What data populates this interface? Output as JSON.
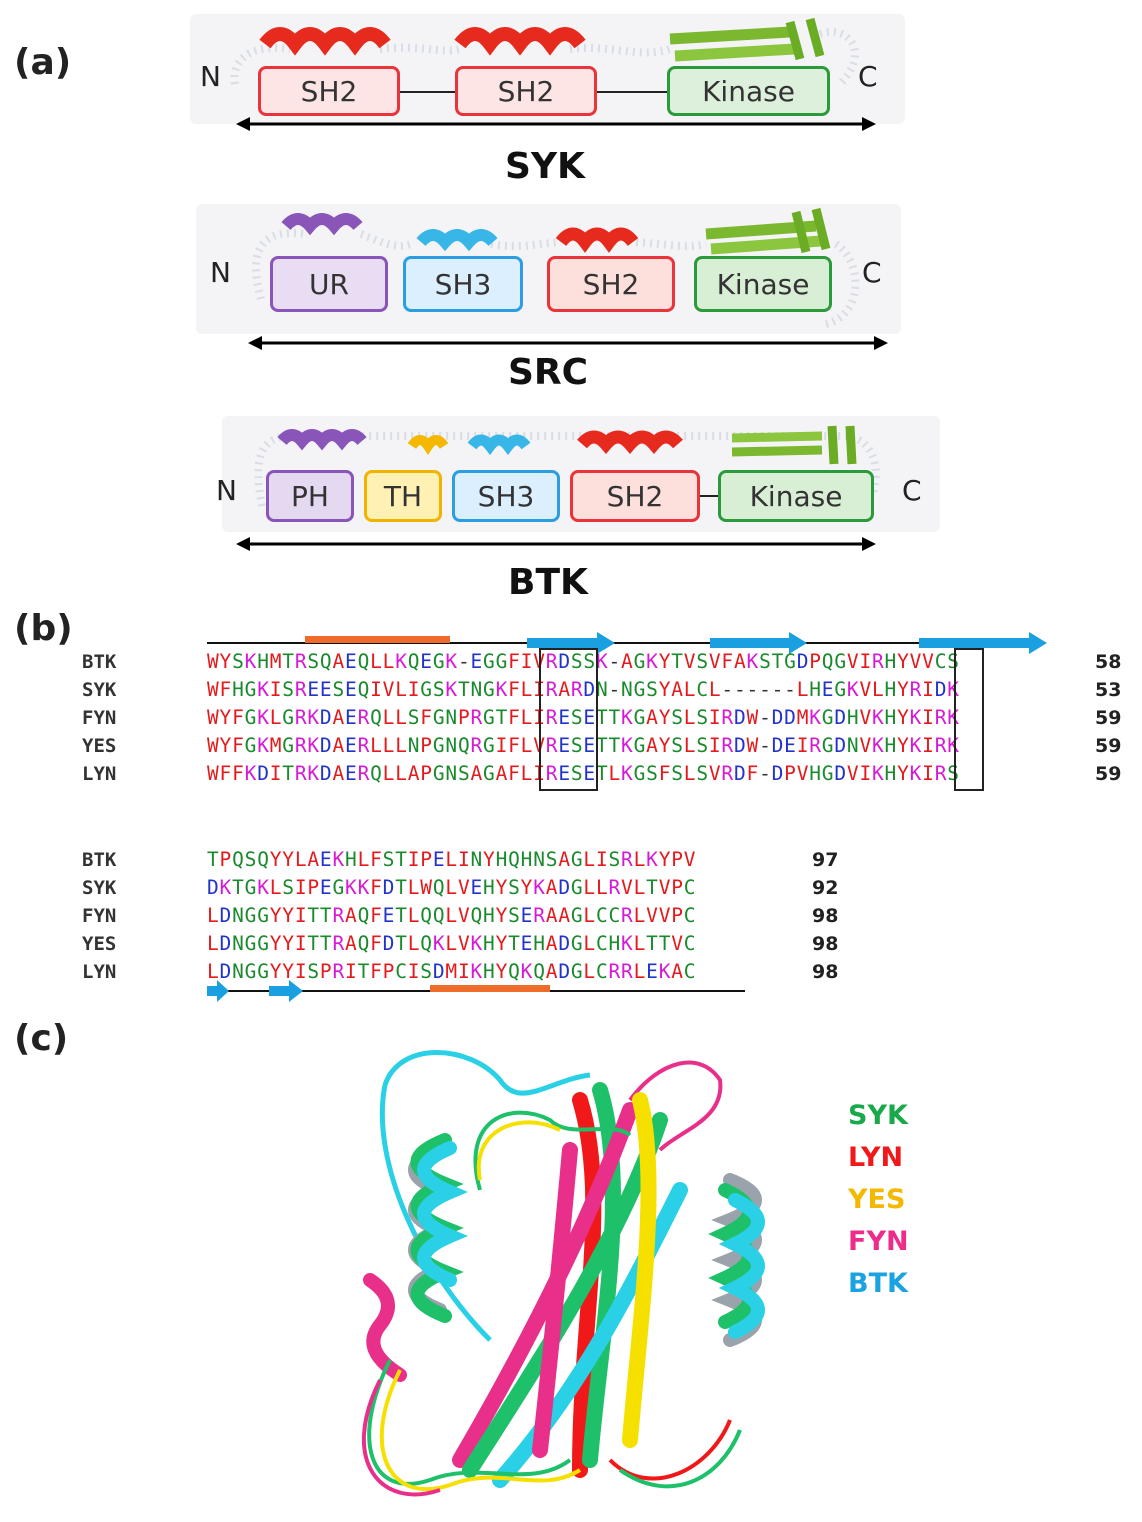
{
  "panel_a": {
    "label": "(a)",
    "n_label": "N",
    "c_label": "C",
    "proteins": [
      {
        "name": "SYK",
        "domains": [
          "SH2",
          "SH2",
          "Kinase"
        ]
      },
      {
        "name": "SRC",
        "domains": [
          "UR",
          "SH3",
          "SH2",
          "Kinase"
        ]
      },
      {
        "name": "BTK",
        "domains": [
          "PH",
          "TH",
          "SH3",
          "SH2",
          "Kinase"
        ]
      }
    ]
  },
  "panel_b": {
    "label": "(b)",
    "block1": {
      "rows": [
        {
          "name": "BTK",
          "seq": "WYSKHMTRSQAEQLLKQEGK-EGGFIVRDSSK-AGKYTVSVFAKSTGDPQGVIRHYVVCS",
          "end": "58"
        },
        {
          "name": "SYK",
          "seq": "WFHGKISREESEQIVLIGSKTNGKFLIRARDN-NGSYALCL------LHEGKVLHYRIDK",
          "end": "53"
        },
        {
          "name": "FYN",
          "seq": "WYFGKLGRKDAERQLLSFGNPRGTFLIRESETTKGAYSLSIRDW-DDMKGDHVKHYKIRK",
          "end": "59"
        },
        {
          "name": "YES",
          "seq": "WYFGKMGRKDAERLLLNPGNQRGIFLVRESETTKGAYSLSIRDW-DEIRGDNVKHYKIRK",
          "end": "59"
        },
        {
          "name": "LYN",
          "seq": "WFFKDITRKDAERQLLAPGNSAGAFLIRESETLKGSFSLSVRDF-DPVHGDVIKHYKIRS",
          "end": "59"
        }
      ]
    },
    "block2": {
      "rows": [
        {
          "name": "BTK",
          "seq": "TPQSQYYLAEKHLFSTIPELINYHQHNSAGLISRLKYPV",
          "end": "97"
        },
        {
          "name": "SYK",
          "seq": "DKTGKLSIPEGKKFDTLWQLVEHYSYKADGLLRVLTVPC",
          "end": "92"
        },
        {
          "name": "FYN",
          "seq": "LDNGGYYITTRAQFETLQQLVQHYSERAAGLCCRLVVPC",
          "end": "98"
        },
        {
          "name": "YES",
          "seq": "LDNGGYYITTRAQFDTLQKLVKHYTEHADGLCHKLTTVC",
          "end": "98"
        },
        {
          "name": "LYN",
          "seq": "LDNGGYYISPRITFPCISDMIKHYQKQADGLCRRLEKAC",
          "end": "98"
        }
      ]
    },
    "colors": {
      "red": "#e41a1c",
      "green": "#1b8a2e",
      "blue": "#2233cc",
      "magenta": "#d61ad6"
    }
  },
  "panel_c": {
    "label": "(c)",
    "legend": [
      {
        "name": "SYK",
        "color": "#19a84a"
      },
      {
        "name": "LYN",
        "color": "#f01818"
      },
      {
        "name": "YES",
        "color": "#f5b800"
      },
      {
        "name": "FYN",
        "color": "#ee2d8a"
      },
      {
        "name": "BTK",
        "color": "#1aa3e0"
      }
    ]
  }
}
